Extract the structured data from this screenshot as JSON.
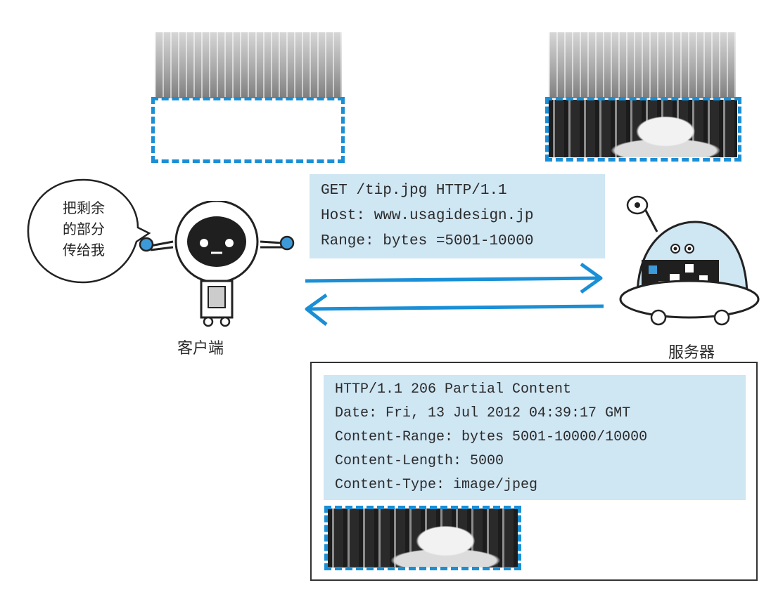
{
  "speech_bubble": {
    "lines": [
      "把剩余",
      "的部分",
      "传给我"
    ]
  },
  "client": {
    "label": "客户端"
  },
  "server": {
    "label": "服务器"
  },
  "request": {
    "lines": [
      "GET /tip.jpg HTTP/1.1",
      "Host: www.usagidesign.jp",
      "Range: bytes =5001-10000"
    ]
  },
  "response": {
    "lines": [
      "HTTP/1.1 206 Partial Content",
      "Date: Fri, 13 Jul 2012 04:39:17 GMT",
      "Content-Range: bytes 5001-10000/10000",
      "Content-Length: 5000",
      "Content-Type: image/jpeg"
    ]
  },
  "colors": {
    "accent_blue": "#1a8fd6",
    "box_fill": "#cfe6f3"
  }
}
